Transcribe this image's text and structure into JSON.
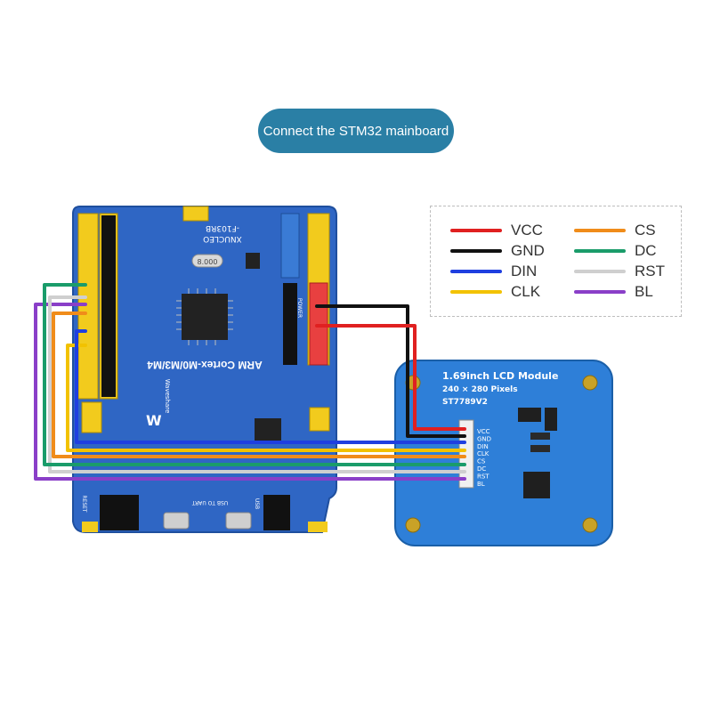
{
  "header": {
    "title": "Connect the STM32 mainboard"
  },
  "legend": {
    "items": [
      {
        "label": "VCC",
        "color": "#e02020"
      },
      {
        "label": "GND",
        "color": "#111111"
      },
      {
        "label": "DIN",
        "color": "#1f3fe0"
      },
      {
        "label": "CLK",
        "color": "#f2c200"
      },
      {
        "label": "CS",
        "color": "#f08c1a"
      },
      {
        "label": "DC",
        "color": "#1a9c6a"
      },
      {
        "label": "RST",
        "color": "#cfcfcf"
      },
      {
        "label": "BL",
        "color": "#8a3fc8"
      }
    ]
  },
  "mainboard": {
    "model": "XNUCLEO",
    "chip_id": "-F103RB",
    "core_label": "ARM Cortex-M0/M3/M4",
    "crystal": "8.000",
    "brand": "Waveshare",
    "usb_label": "USB",
    "usb_uart_label": "USB TO UART",
    "power_label": "POWER",
    "reset_label": "RESET"
  },
  "lcd_module": {
    "title": "1.69inch LCD Module",
    "resolution": "240 × 280 Pixels",
    "driver": "ST7789V2",
    "pins": [
      "VCC",
      "GND",
      "DIN",
      "CLK",
      "CS",
      "DC",
      "RST",
      "BL"
    ]
  }
}
